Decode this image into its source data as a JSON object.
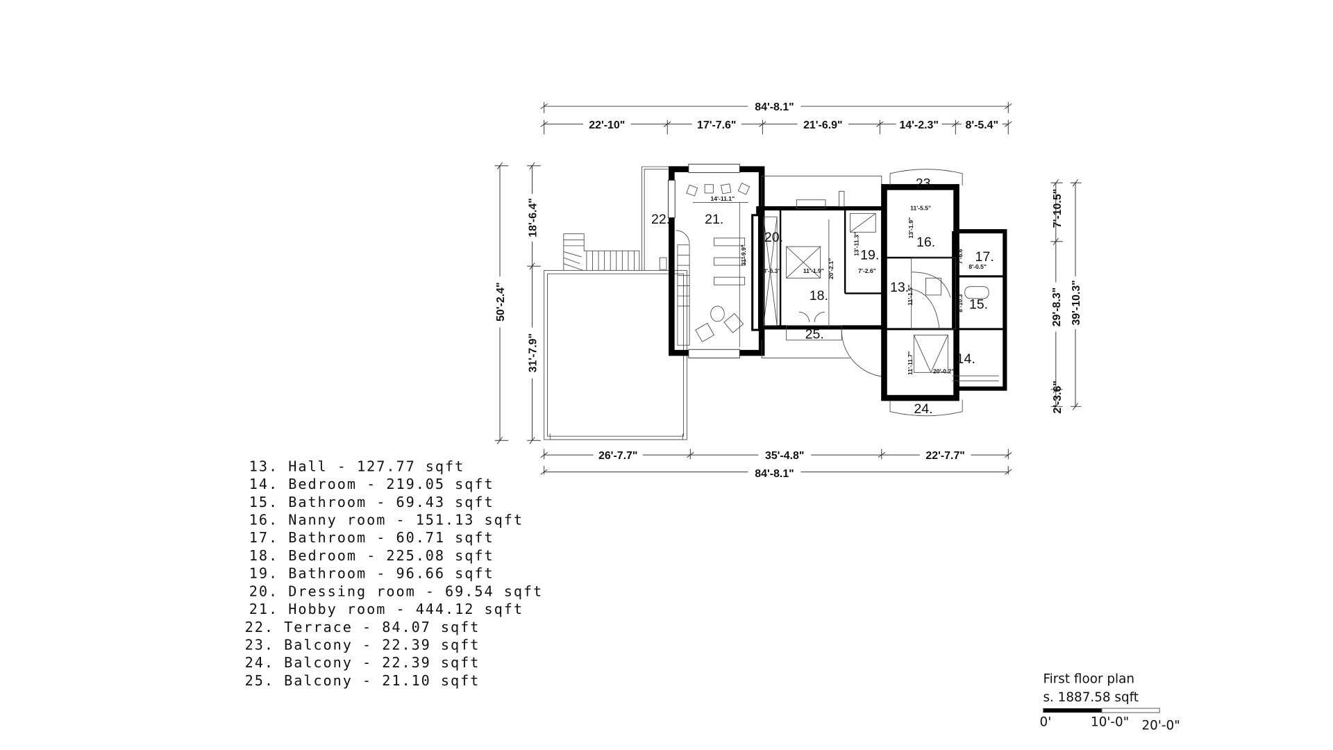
{
  "dimensions": {
    "top_total": "84'-8.1\"",
    "top_segments": [
      "22'-10\"",
      "17'-7.6\"",
      "21'-6.9\"",
      "14'-2.3\"",
      "8'-5.4\""
    ],
    "bottom_segments": [
      "26'-7.7\"",
      "35'-4.8\"",
      "22'-7.7\""
    ],
    "bottom_total": "84'-8.1\"",
    "left_total": "50'-2.4\"",
    "left_segments": [
      "18'-6.4\"",
      "31'-7.9\""
    ],
    "right_segments": [
      "7'-10.5\"",
      "29'-8.3\"",
      "2'-3.6\""
    ],
    "right_total": "39'-10.3\""
  },
  "inner_dimensions": [
    "14'-11.1\"",
    "31'-9.9\"",
    "8'-6.3\"",
    "11'-1.9\"",
    "20'-2.1\"",
    "13'-11.3\"",
    "7'-2.6\"",
    "11'-5.5\"",
    "13'-1.9\"",
    "7'-6.6\"",
    "8'-0.5\"",
    "11'-1.5\"",
    "8'-10.3\"",
    "11'-11.7\"",
    "20'-0.2\""
  ],
  "room_labels": {
    "r13": "13.",
    "r14": "14.",
    "r15": "15.",
    "r16": "16.",
    "r17": "17.",
    "r18": "18.",
    "r19": "19.",
    "r20": "20.",
    "r21": "21.",
    "r22": "22.",
    "r23": "23.",
    "r24": "24.",
    "r25": "25."
  },
  "legend": [
    "13. Hall - 127.77 sqft",
    "14. Bedroom - 219.05 sqft",
    "15. Bathroom - 69.43 sqft",
    "16. Nanny room - 151.13 sqft",
    "17. Bathroom - 60.71 sqft",
    "18. Bedroom - 225.08 sqft",
    "19. Bathroom - 96.66 sqft",
    "20. Dressing room - 69.54 sqft",
    "21. Hobby room - 444.12 sqft",
    "22. Terrace - 84.07 sqft",
    "23. Balcony - 22.39 sqft",
    "24. Balcony - 22.39 sqft",
    "25. Balcony - 21.10 sqft"
  ],
  "plan_title": "First floor plan",
  "plan_area": "s. 1887.58 sqft",
  "scale_bar": {
    "labels": [
      "0'",
      "10'-0\"",
      "20'-0\""
    ]
  }
}
